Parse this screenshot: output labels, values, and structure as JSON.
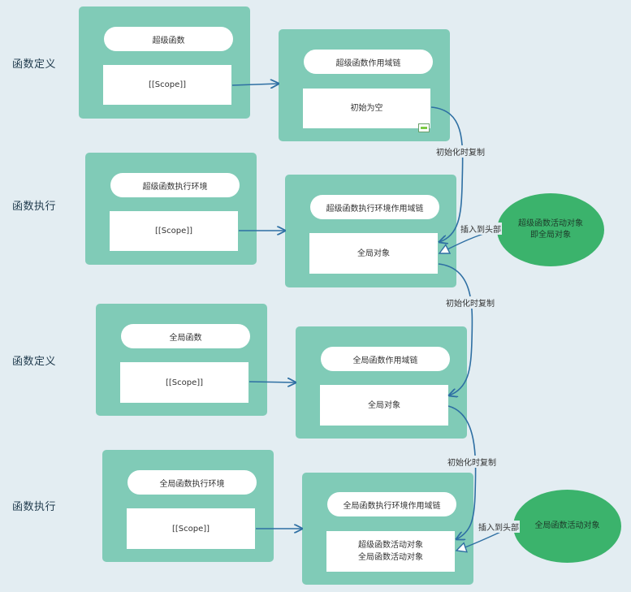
{
  "rows": [
    {
      "label": "函数定义",
      "left_title": "超级函数",
      "left_body": "[[Scope]]",
      "right_title": "超级函数作用域链",
      "right_body": [
        "初始为空"
      ]
    },
    {
      "label": "函数执行",
      "left_title": "超级函数执行环境",
      "left_body": "[[Scope]]",
      "right_title": "超级函数执行环境作用域链",
      "right_body": [
        "全局对象"
      ]
    },
    {
      "label": "函数定义",
      "left_title": "全局函数",
      "left_body": "[[Scope]]",
      "right_title": "全局函数作用域链",
      "right_body": [
        "全局对象"
      ]
    },
    {
      "label": "函数执行",
      "left_title": "全局函数执行环境",
      "left_body": "[[Scope]]",
      "right_title": "全局函数执行环境作用域链",
      "right_body": [
        "超级函数活动对象",
        "全局函数活动对象"
      ]
    }
  ],
  "edge_labels": {
    "copy_1": "初始化时复制",
    "copy_2": "初始化时复制",
    "copy_3": "初始化时复制",
    "insert_1": "插入到头部",
    "insert_2": "插入到头部"
  },
  "ellipses": {
    "e1": [
      "超级函数活动对象",
      "即全局对象"
    ],
    "e2": [
      "全局函数活动对象"
    ]
  },
  "colors": {
    "panel": "#80cbb7",
    "ellipse": "#3bb36c",
    "edge": "#2e6fa3",
    "background": "#e3edf2"
  }
}
